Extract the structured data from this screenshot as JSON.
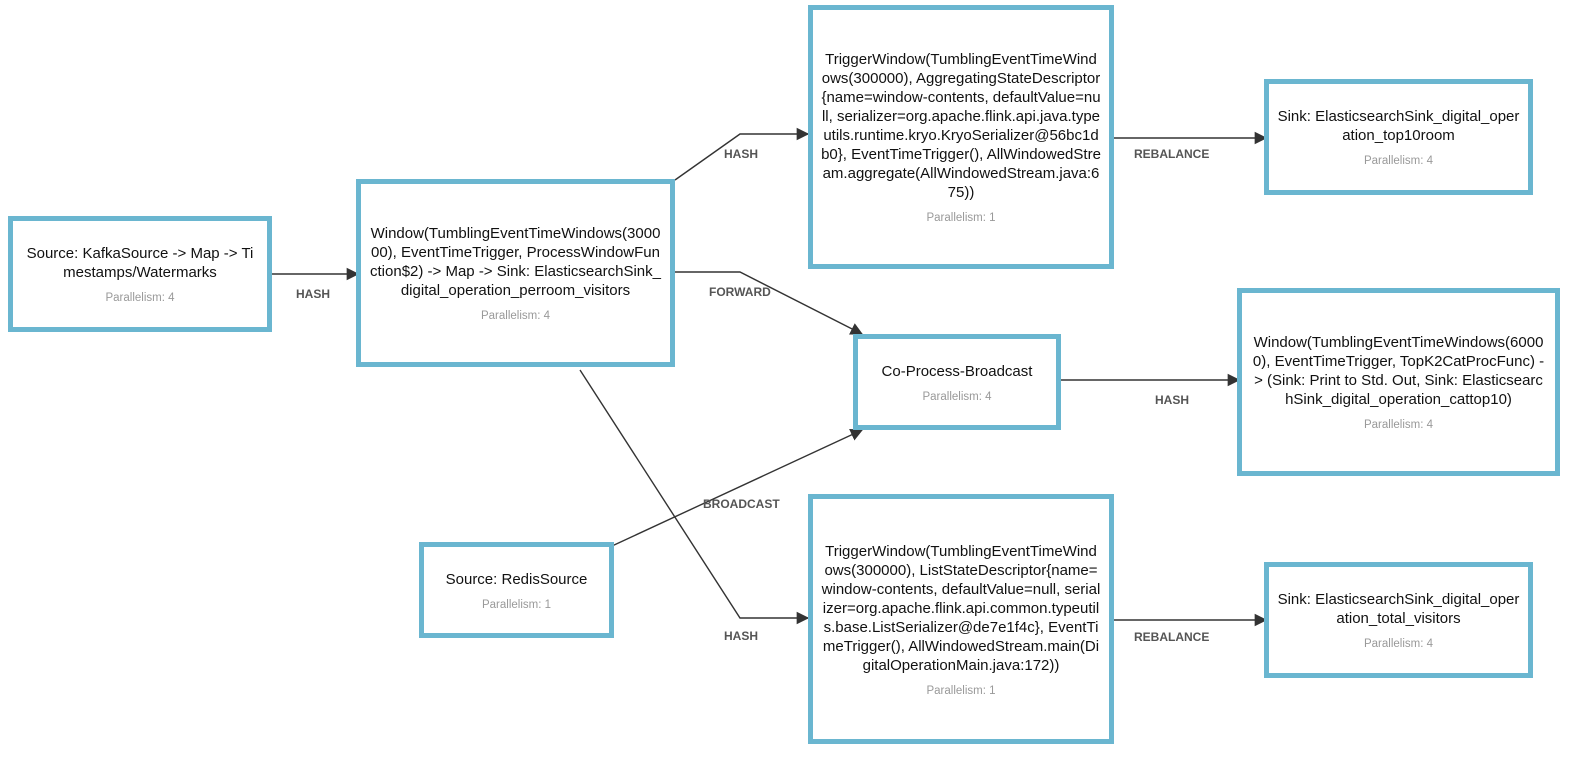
{
  "nodes": [
    {
      "id": "n1",
      "title": "Source: KafkaSource -> Map -> Timestamps/Watermarks",
      "parallelism": "Parallelism: 4"
    },
    {
      "id": "n2",
      "title": "Window(TumblingEventTimeWindows(300000), EventTimeTrigger, ProcessWindowFunction$2) -> Map -> Sink: ElasticsearchSink_digital_operation_perroom_visitors",
      "parallelism": "Parallelism: 4"
    },
    {
      "id": "n3",
      "title": "TriggerWindow(TumblingEventTimeWindows(300000), AggregatingStateDescriptor{name=window-contents, defaultValue=null, serializer=org.apache.flink.api.java.typeutils.runtime.kryo.KryoSerializer@56bc1db0}, EventTimeTrigger(), AllWindowedStream.aggregate(AllWindowedStream.java:675))",
      "parallelism": "Parallelism: 1"
    },
    {
      "id": "n4",
      "title": "Sink: ElasticsearchSink_digital_operation_top10room",
      "parallelism": "Parallelism: 4"
    },
    {
      "id": "n5",
      "title": "Co-Process-Broadcast",
      "parallelism": "Parallelism: 4"
    },
    {
      "id": "n6",
      "title": "Window(TumblingEventTimeWindows(60000), EventTimeTrigger, TopK2CatProcFunc) -> (Sink: Print to Std. Out, Sink: ElasticsearchSink_digital_operation_cattop10)",
      "parallelism": "Parallelism: 4"
    },
    {
      "id": "n7",
      "title": "Source: RedisSource",
      "parallelism": "Parallelism: 1"
    },
    {
      "id": "n8",
      "title": "TriggerWindow(TumblingEventTimeWindows(300000), ListStateDescriptor{name=window-contents, defaultValue=null, serializer=org.apache.flink.api.common.typeutils.base.ListSerializer@de7e1f4c}, EventTimeTrigger(), AllWindowedStream.main(DigitalOperationMain.java:172))",
      "parallelism": "Parallelism: 1"
    },
    {
      "id": "n9",
      "title": "Sink: ElasticsearchSink_digital_operation_total_visitors",
      "parallelism": "Parallelism: 4"
    }
  ],
  "edges": [
    {
      "from": "n1",
      "to": "n2",
      "label": "HASH"
    },
    {
      "from": "n2",
      "to": "n3",
      "label": "HASH"
    },
    {
      "from": "n2",
      "to": "n5",
      "label": "FORWARD"
    },
    {
      "from": "n2",
      "to": "n8",
      "label": "HASH"
    },
    {
      "from": "n3",
      "to": "n4",
      "label": "REBALANCE"
    },
    {
      "from": "n5",
      "to": "n6",
      "label": "HASH"
    },
    {
      "from": "n7",
      "to": "n5",
      "label": "BROADCAST"
    },
    {
      "from": "n8",
      "to": "n9",
      "label": "REBALANCE"
    }
  ],
  "colors": {
    "node_border": "#6ab6d0",
    "edge": "#333333",
    "edge_label": "#555555",
    "parallelism_text": "#999999"
  }
}
